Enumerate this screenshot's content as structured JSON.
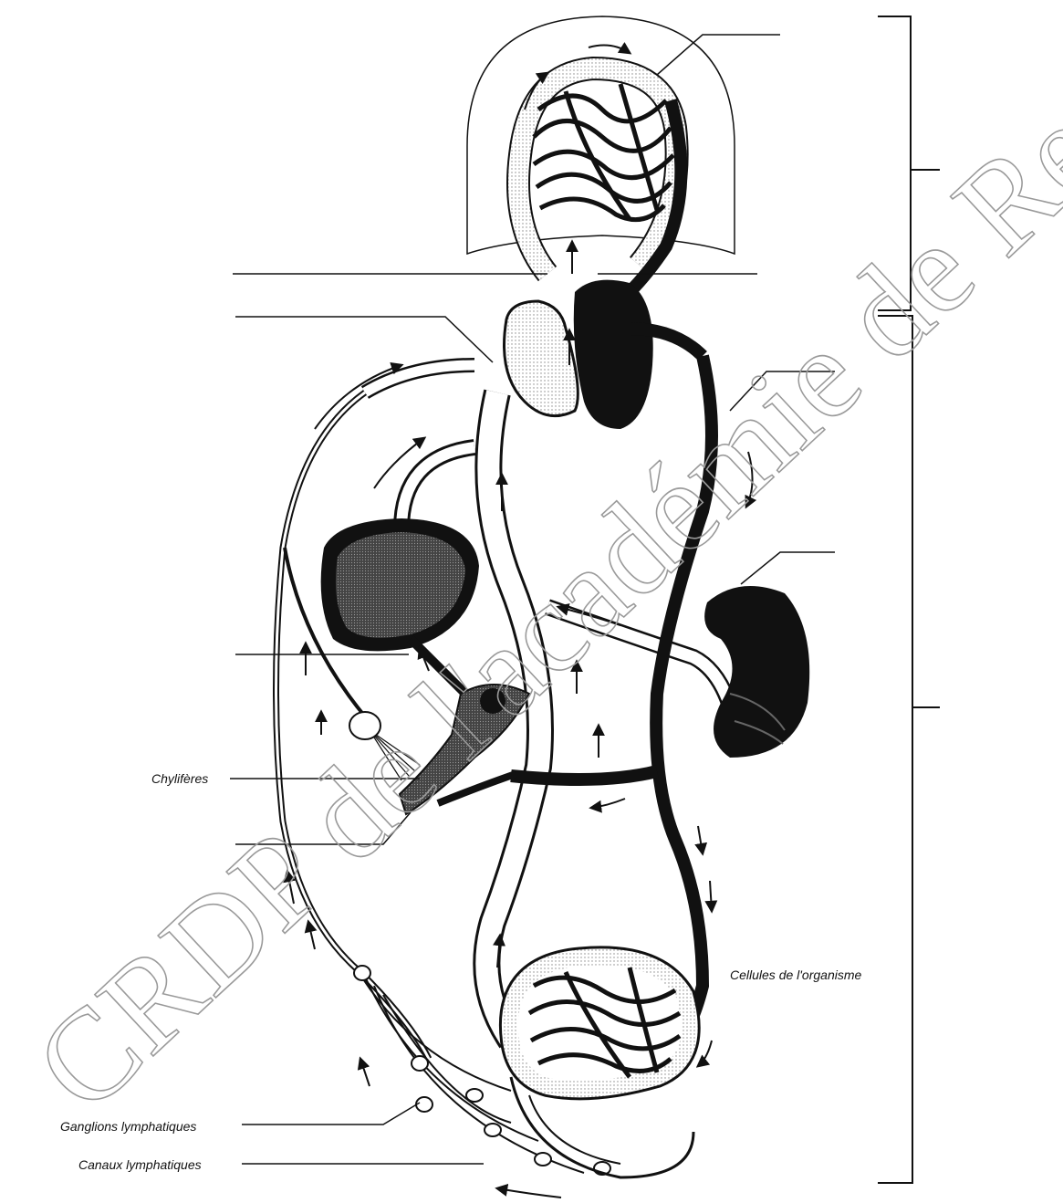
{
  "labels": {
    "chyliferes": "Chylifères",
    "cellules": "Cellules de l'organisme",
    "ganglions": "Ganglions lymphatiques",
    "canaux": "Canaux lymphatiques"
  },
  "watermark": {
    "text": "CRDP de l'académie de Rennes"
  },
  "colors": {
    "ink": "#111111",
    "stipple": "#d9d9d9",
    "watermark": "#9a9a9a"
  }
}
